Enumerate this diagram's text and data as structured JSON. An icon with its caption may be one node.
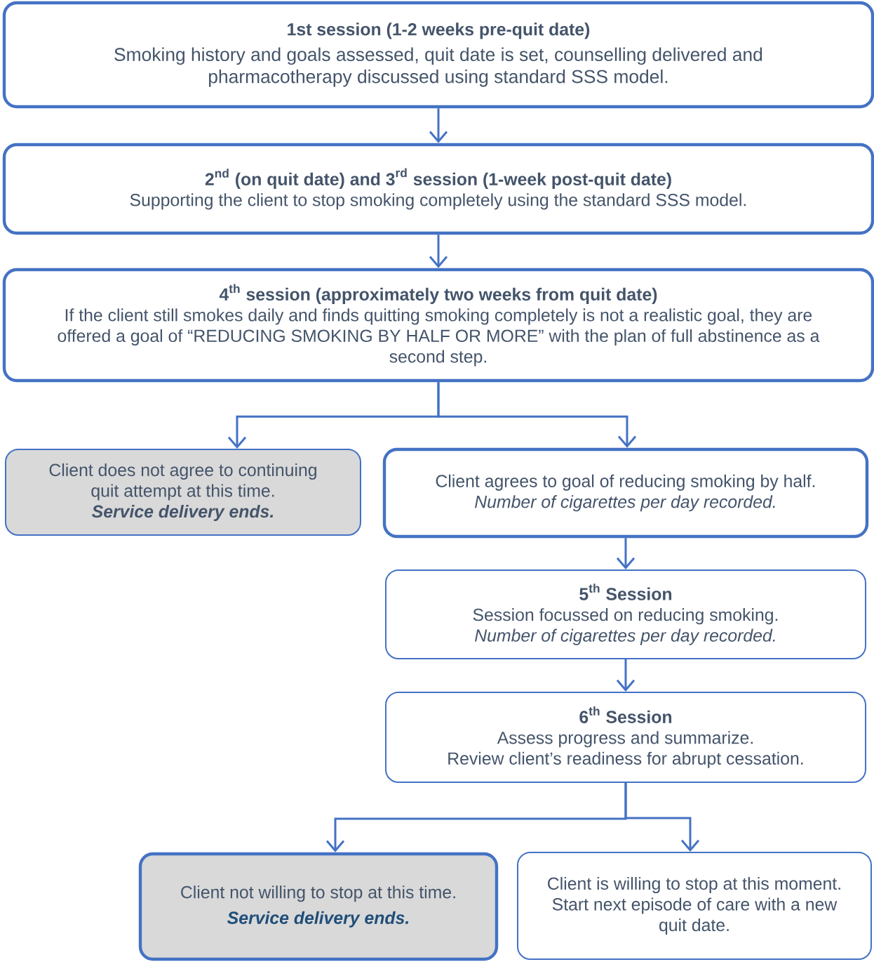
{
  "diagram": {
    "nodes": [
      {
        "text": [
          "1st session (1-2 weeks pre-quit date)",
          "Smoking history and goals assessed, quit date is set, counselling delivered and pharmacotherapy discussed using standard SSS model."
        ]
      },
      {
        "text": [
          "\\text{2}^{\\text{nd}}\\text{ (on quit date) and 3}^{\\text{rd}}\\text{ session (1-week post-quit date)}",
          "Supporting the client to stop smoking completely using the standard SSS model."
        ]
      },
      {
        "text": [
          "\\text{4}^{\\text{th}}\\text{ session (approximately two weeks from quit date)}",
          "If the client still smokes daily and finds quitting smoking completely is not a realistic goal, they are offered a goal of “REDUCING SMOKING BY HALF OR MORE” with the plan of full abstinence as a second step."
        ]
      },
      {
        "text": [
          "Client does not agree to continuing quit attempt at this time.",
          "Service delivery ends."
        ]
      },
      {
        "text": [
          "Client agrees to goal of reducing smoking by half.",
          "Number of cigarettes per day recorded."
        ]
      },
      {
        "text": [
          "\\text{5}^{\\text{th}}\\text{ Session}",
          "Session focussed on reducing smoking.",
          "Number of cigarettes per day recorded."
        ]
      },
      {
        "text": [
          "\\text{6}^{\\text{th}}\\text{ Session}",
          "Assess progress and summarize.",
          "Review client’s readiness for abrupt cessation."
        ]
      },
      {
        "text": [
          "Client not willing to stop at this time.",
          "Service delivery ends."
        ]
      },
      {
        "text": [
          "Client is willing to stop at this moment.",
          "Start next episode of care with a new quit date."
        ]
      }
    ],
    "edges": [
      {
        "from": 0,
        "to": 1,
        "arrow": "to"
      },
      {
        "from": 1,
        "to": 2,
        "arrow": "to"
      },
      {
        "from": 2,
        "to": 3,
        "arrow": "to"
      },
      {
        "from": 2,
        "to": 4,
        "arrow": "to"
      },
      {
        "from": 4,
        "to": 5,
        "arrow": "to"
      },
      {
        "from": 5,
        "to": 6,
        "arrow": "to"
      },
      {
        "from": 6,
        "to": 7,
        "arrow": "to"
      },
      {
        "from": 6,
        "to": 8,
        "arrow": "to"
      }
    ]
  }
}
